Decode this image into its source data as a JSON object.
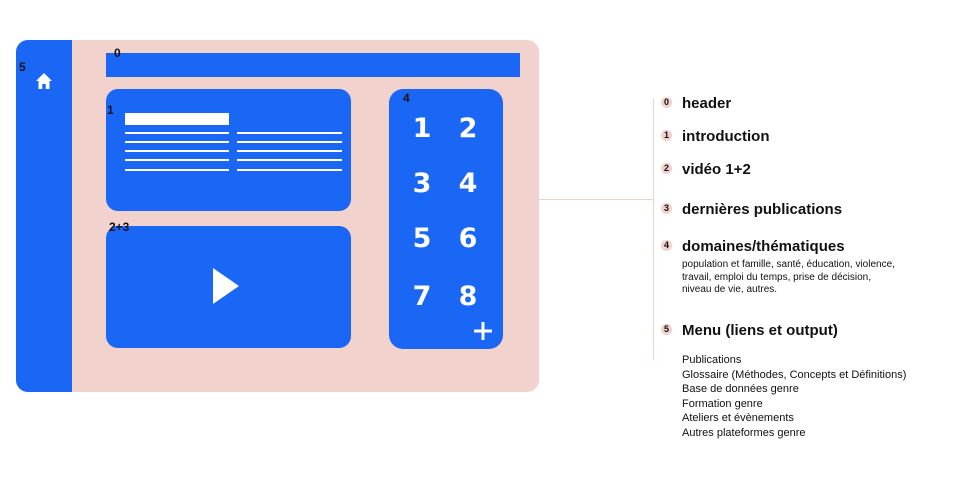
{
  "mockup": {
    "zone_labels": [
      "0",
      "1",
      "2+3",
      "4",
      "5"
    ],
    "domain_numbers": [
      "1",
      "2",
      "3",
      "4",
      "5",
      "6",
      "7",
      "8"
    ],
    "icons": {
      "sidebar": "home-icon",
      "video": "play-icon",
      "domains": "plus-icon"
    },
    "colors": {
      "accent": "#1a66f5",
      "background": "#f2d2cd",
      "white": "#ffffff"
    }
  },
  "legend": [
    {
      "badge": "0",
      "label": "header"
    },
    {
      "badge": "1",
      "label": "introduction"
    },
    {
      "badge": "2",
      "label": "vidéo 1+2"
    },
    {
      "badge": "3",
      "label": "dernières publications"
    },
    {
      "badge": "4",
      "label": "domaines/thématiques",
      "description": "population et famille, santé, éducation, violence, travail, emploi du temps, prise de décision, niveau de vie, autres."
    },
    {
      "badge": "5",
      "label": "Menu (liens et output)"
    }
  ],
  "menu_links": [
    "Publications",
    "Glossaire (Méthodes, Concepts et Définitions)",
    "Base de données genre",
    "Formation genre",
    "Ateliers et évènements",
    "Autres plateformes genre"
  ]
}
